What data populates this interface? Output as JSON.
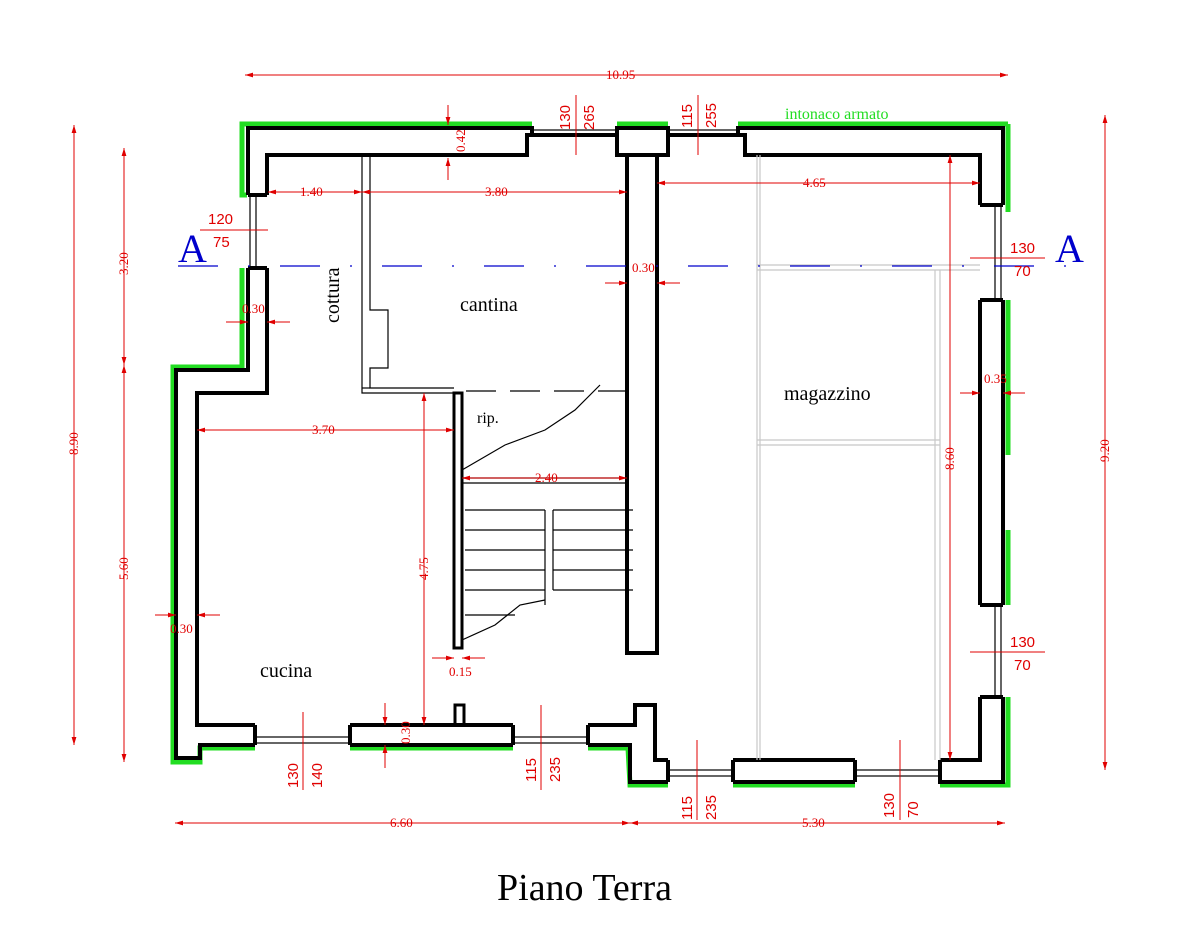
{
  "title": "Piano Terra",
  "note": "intonaco armato",
  "section_marker": "A",
  "rooms": {
    "cucina": "cucina",
    "cantina": "cantina",
    "magazzino": "magazzino",
    "cottura": "cottura",
    "rip": "rip."
  },
  "dimensions": {
    "overall_width": "10.95",
    "width_left": "6.60",
    "width_right": "5.30",
    "overall_height_left": "8.90",
    "overall_height_right": "9.20",
    "height_upper": "3.20",
    "height_lower": "5.60",
    "wall_042": "0.42",
    "d_140": "1.40",
    "d_380": "3.80",
    "d_465": "4.65",
    "d_370": "3.70",
    "d_240": "2.40",
    "d_475": "4.75",
    "d_860": "8.60",
    "d_015": "0.15",
    "d_035": "0.35",
    "d_030_a": "0.30",
    "d_030_b": "0.30",
    "d_030_c": "0.30",
    "d_030_d": "0.30"
  },
  "openings": {
    "top_1_w": "130",
    "top_1_h": "265",
    "top_2_w": "115",
    "top_2_h": "255",
    "left_w": "120",
    "left_h": "75",
    "right_1_w": "130",
    "right_1_h": "70",
    "right_2_w": "130",
    "right_2_h": "70",
    "bot_1_w": "130",
    "bot_1_h": "140",
    "bot_2_w": "115",
    "bot_2_h": "235",
    "bot_3_w": "115",
    "bot_3_h": "235",
    "bot_4_w": "130",
    "bot_4_h": "70"
  },
  "colors": {
    "dimension": "#e00000",
    "wall": "#000000",
    "insulation": "#22dd22",
    "section_line": "#0000cc"
  }
}
